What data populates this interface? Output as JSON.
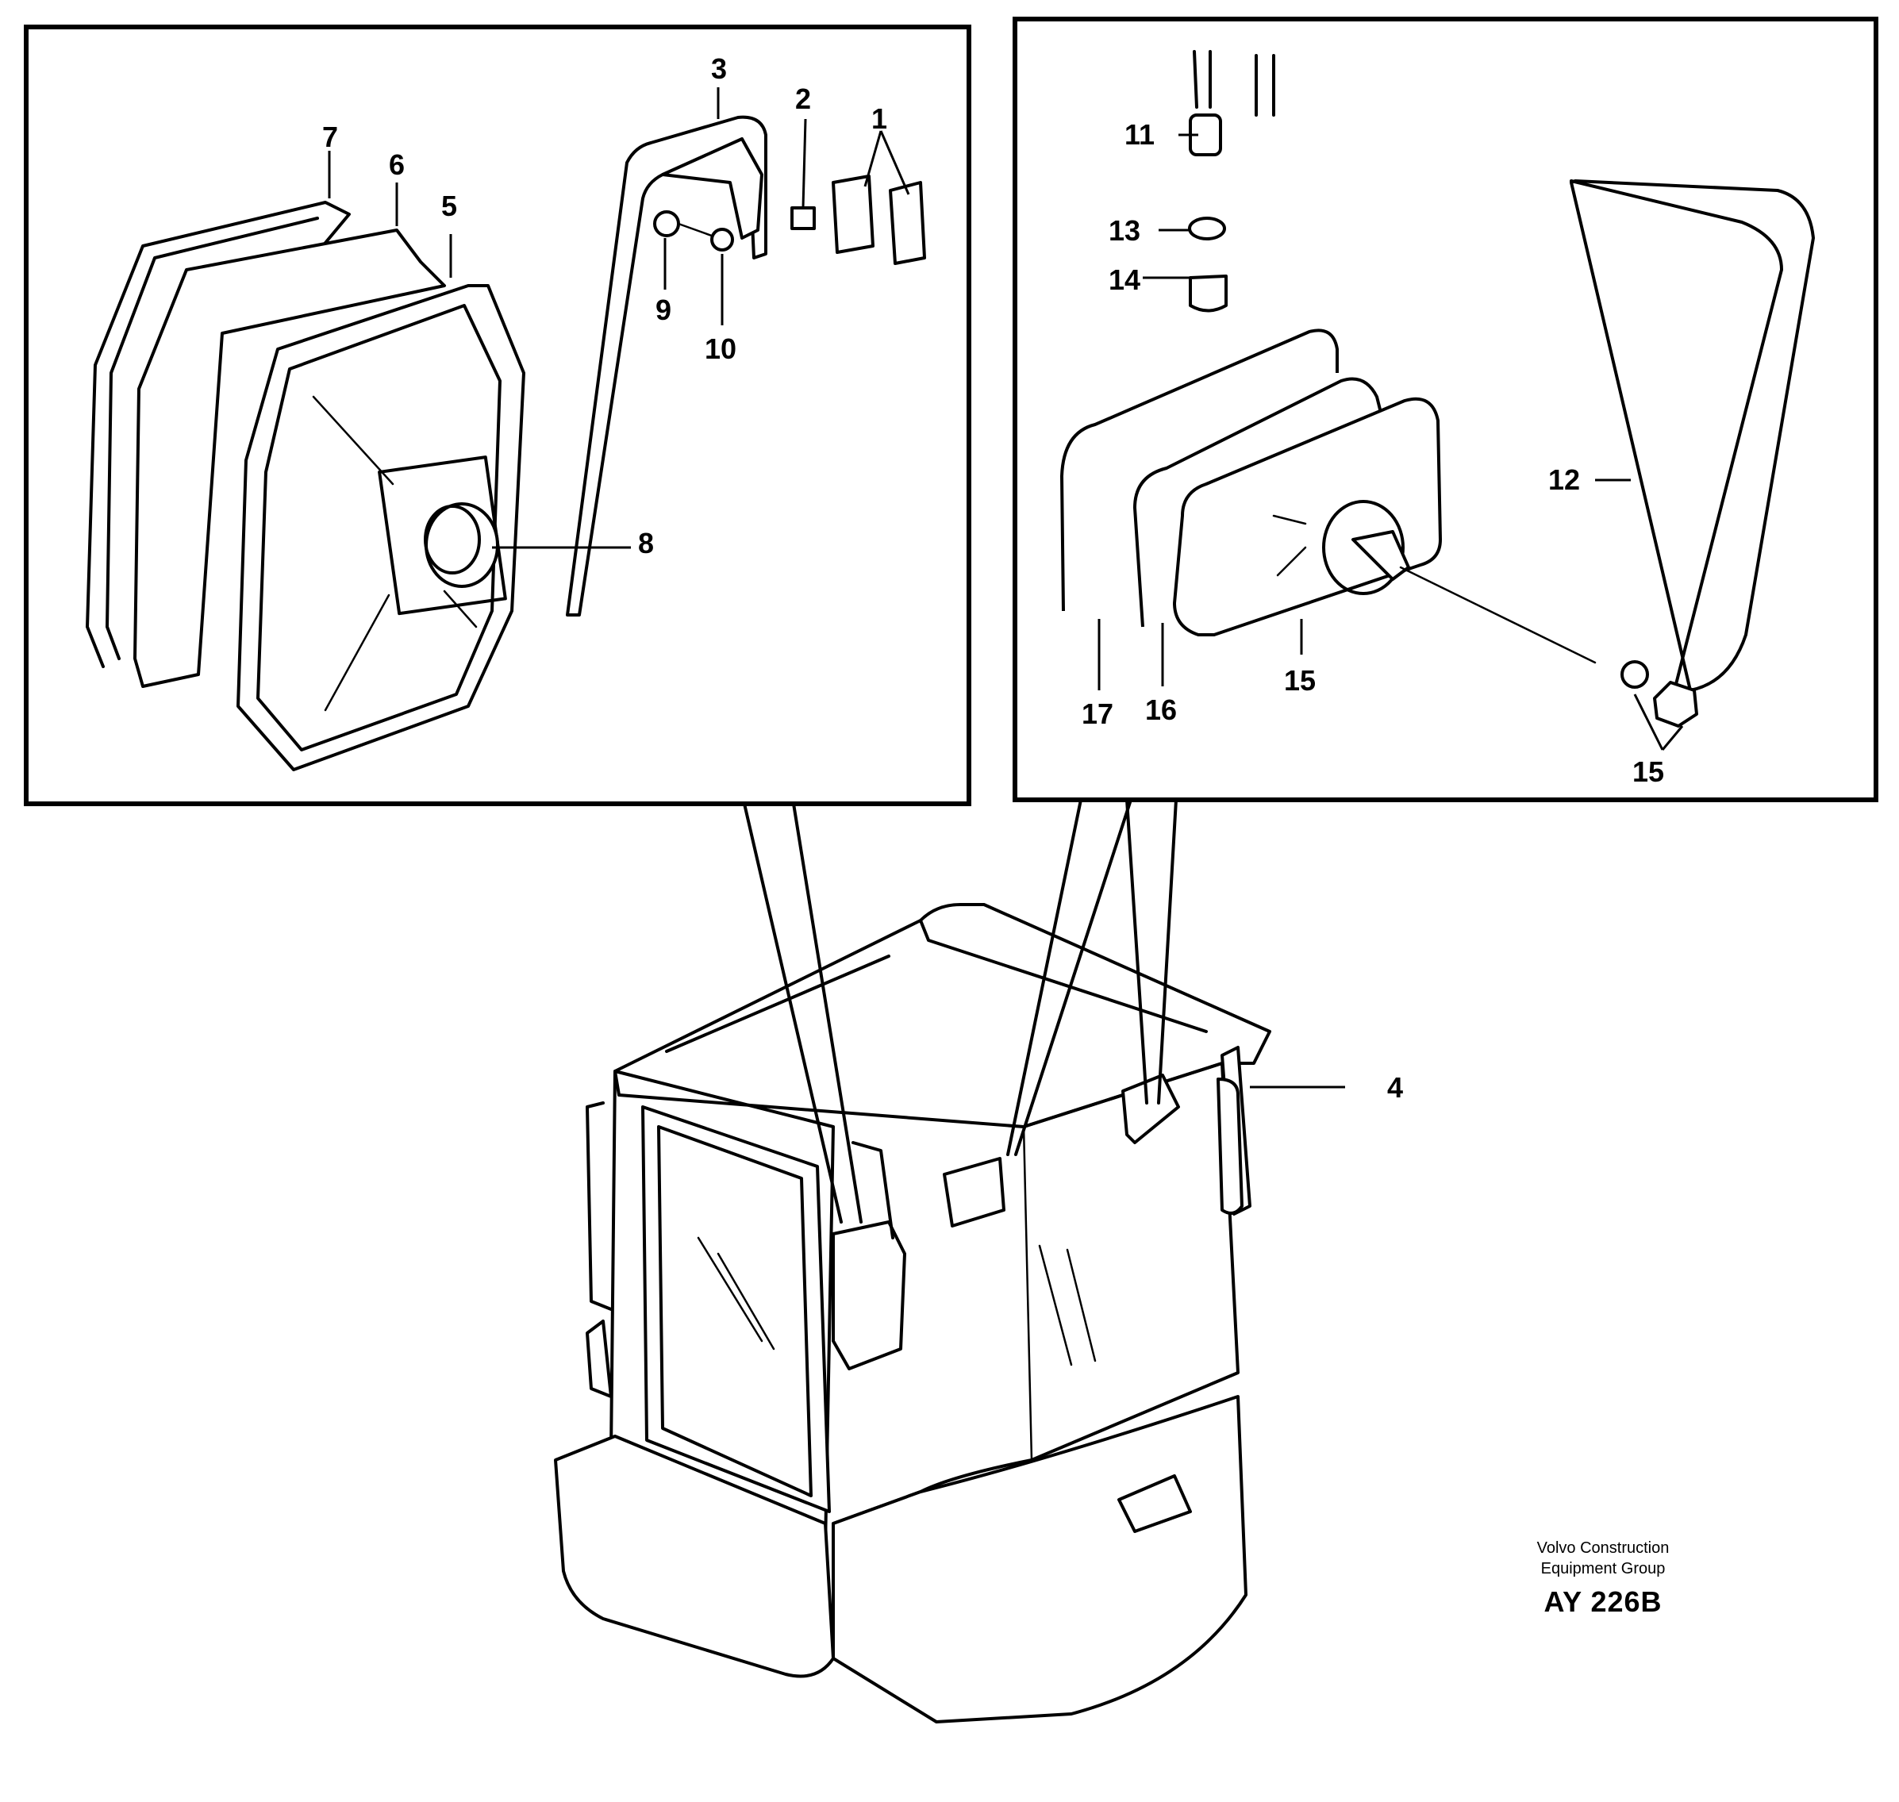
{
  "callouts": {
    "c1": "1",
    "c2": "2",
    "c3": "3",
    "c4": "4",
    "c5": "5",
    "c6": "6",
    "c7": "7",
    "c8": "8",
    "c9": "9",
    "c10": "10",
    "c11": "11",
    "c12": "12",
    "c13": "13",
    "c14": "14",
    "c15a": "15",
    "c15b": "15",
    "c16": "16",
    "c17": "17"
  },
  "credit": {
    "line1": "Volvo Construction",
    "line2": "Equipment Group",
    "code": "AY 226B"
  }
}
